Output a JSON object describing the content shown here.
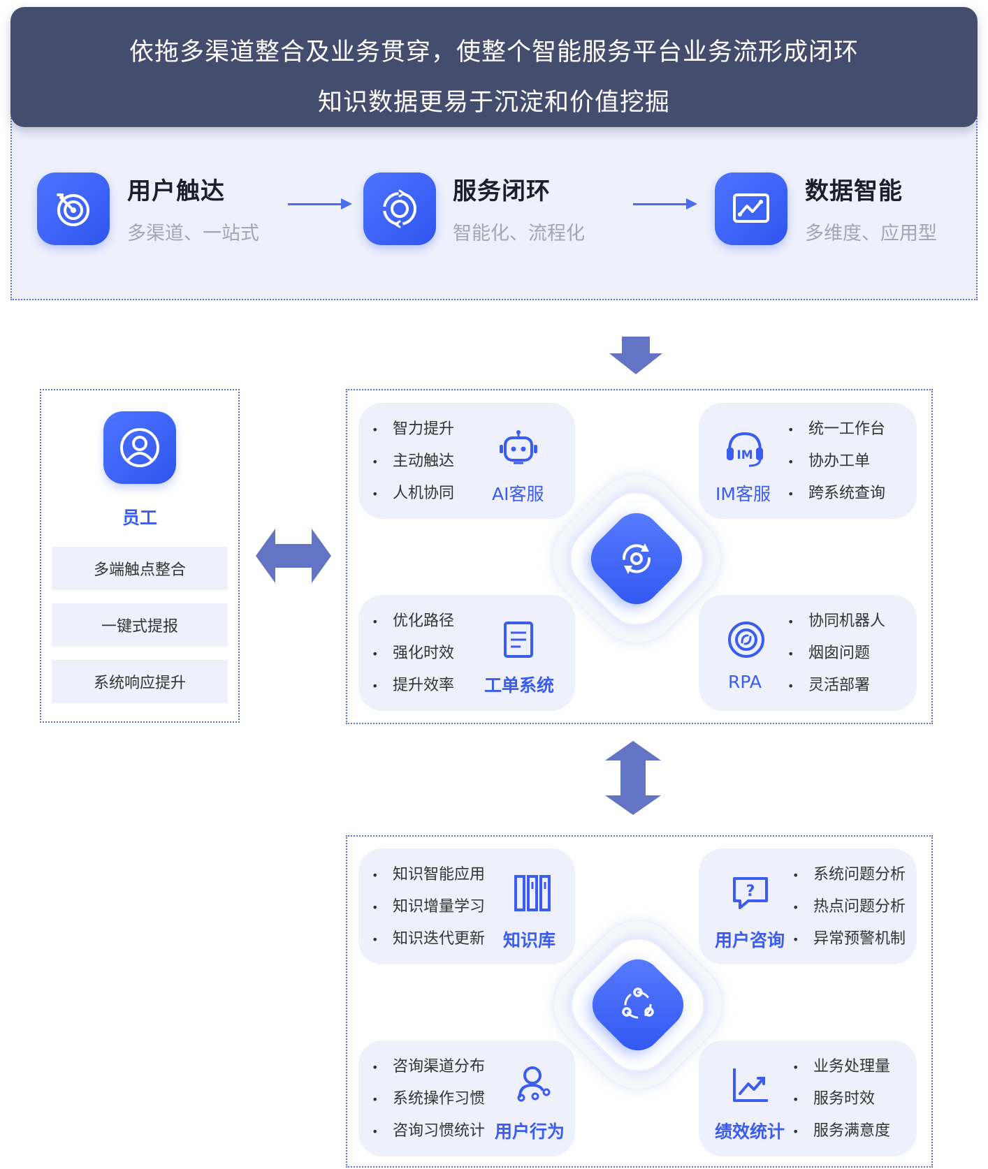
{
  "banner": {
    "line1": "依拖多渠道整合及业务贯穿，使整个智能服务平台业务流形成闭环",
    "line2": "知识数据更易于沉淀和价值挖掘"
  },
  "steps": [
    {
      "title": "用户触达",
      "subtitle": "多渠道、一站式",
      "icon": "target-icon"
    },
    {
      "title": "服务闭环",
      "subtitle": "智能化、流程化",
      "icon": "cycle-icon"
    },
    {
      "title": "数据智能",
      "subtitle": "多维度、应用型",
      "icon": "chart-monitor-icon"
    }
  ],
  "employee": {
    "title": "员工",
    "items": [
      "多端触点整合",
      "一键式提报",
      "系统响应提升"
    ]
  },
  "services": {
    "ai": {
      "label": "AI客服",
      "bullets": [
        "智力提升",
        "主动触达",
        "人机协同"
      ]
    },
    "im": {
      "label": "IM客服",
      "bullets": [
        "统一工作台",
        "协办工单",
        "跨系统查询"
      ]
    },
    "ticket": {
      "label": "工单系统",
      "bullets": [
        "优化路径",
        "强化时效",
        "提升效率"
      ]
    },
    "rpa": {
      "label": "RPA",
      "bullets": [
        "协同机器人",
        "烟囱问题",
        "灵活部署"
      ]
    }
  },
  "data": {
    "kb": {
      "label": "知识库",
      "bullets": [
        "知识智能应用",
        "知识增量学习",
        "知识迭代更新"
      ]
    },
    "consult": {
      "label": "用户咨询",
      "bullets": [
        "系统问题分析",
        "热点问题分析",
        "异常预警机制"
      ]
    },
    "behavior": {
      "label": "用户行为",
      "bullets": [
        "咨询渠道分布",
        "系统操作习惯",
        "咨询习惯统计"
      ]
    },
    "perf": {
      "label": "绩效统计",
      "bullets": [
        "业务处理量",
        "服务时效",
        "服务满意度"
      ]
    }
  },
  "colors": {
    "banner": "#454d6e",
    "accent": "#3a5cf0",
    "panel": "#eef0fb",
    "arrow": "#6474c4"
  }
}
